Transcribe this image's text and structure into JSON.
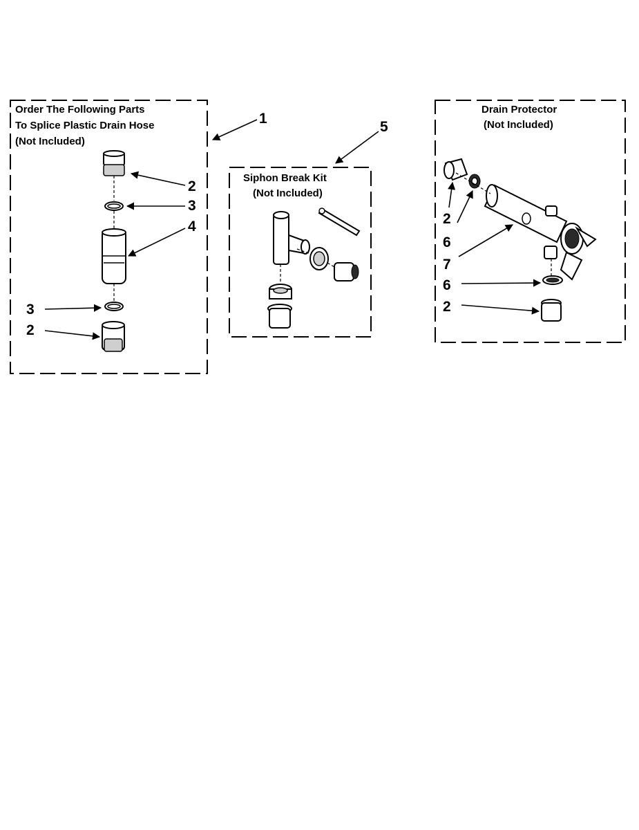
{
  "panels": {
    "splice": {
      "title_lines": [
        "Order The Following Parts",
        "To Splice Plastic Drain Hose",
        "(Not Included)"
      ],
      "callout_box": "1",
      "callouts": [
        "2",
        "3",
        "4",
        "3",
        "2"
      ]
    },
    "siphon": {
      "title_lines": [
        "Siphon Break Kit",
        "(Not Included)"
      ],
      "callout_box": "5"
    },
    "protector": {
      "title_lines": [
        "Drain Protector",
        "(Not Included)"
      ],
      "callouts": [
        "2",
        "6",
        "7",
        "6",
        "2"
      ]
    }
  }
}
